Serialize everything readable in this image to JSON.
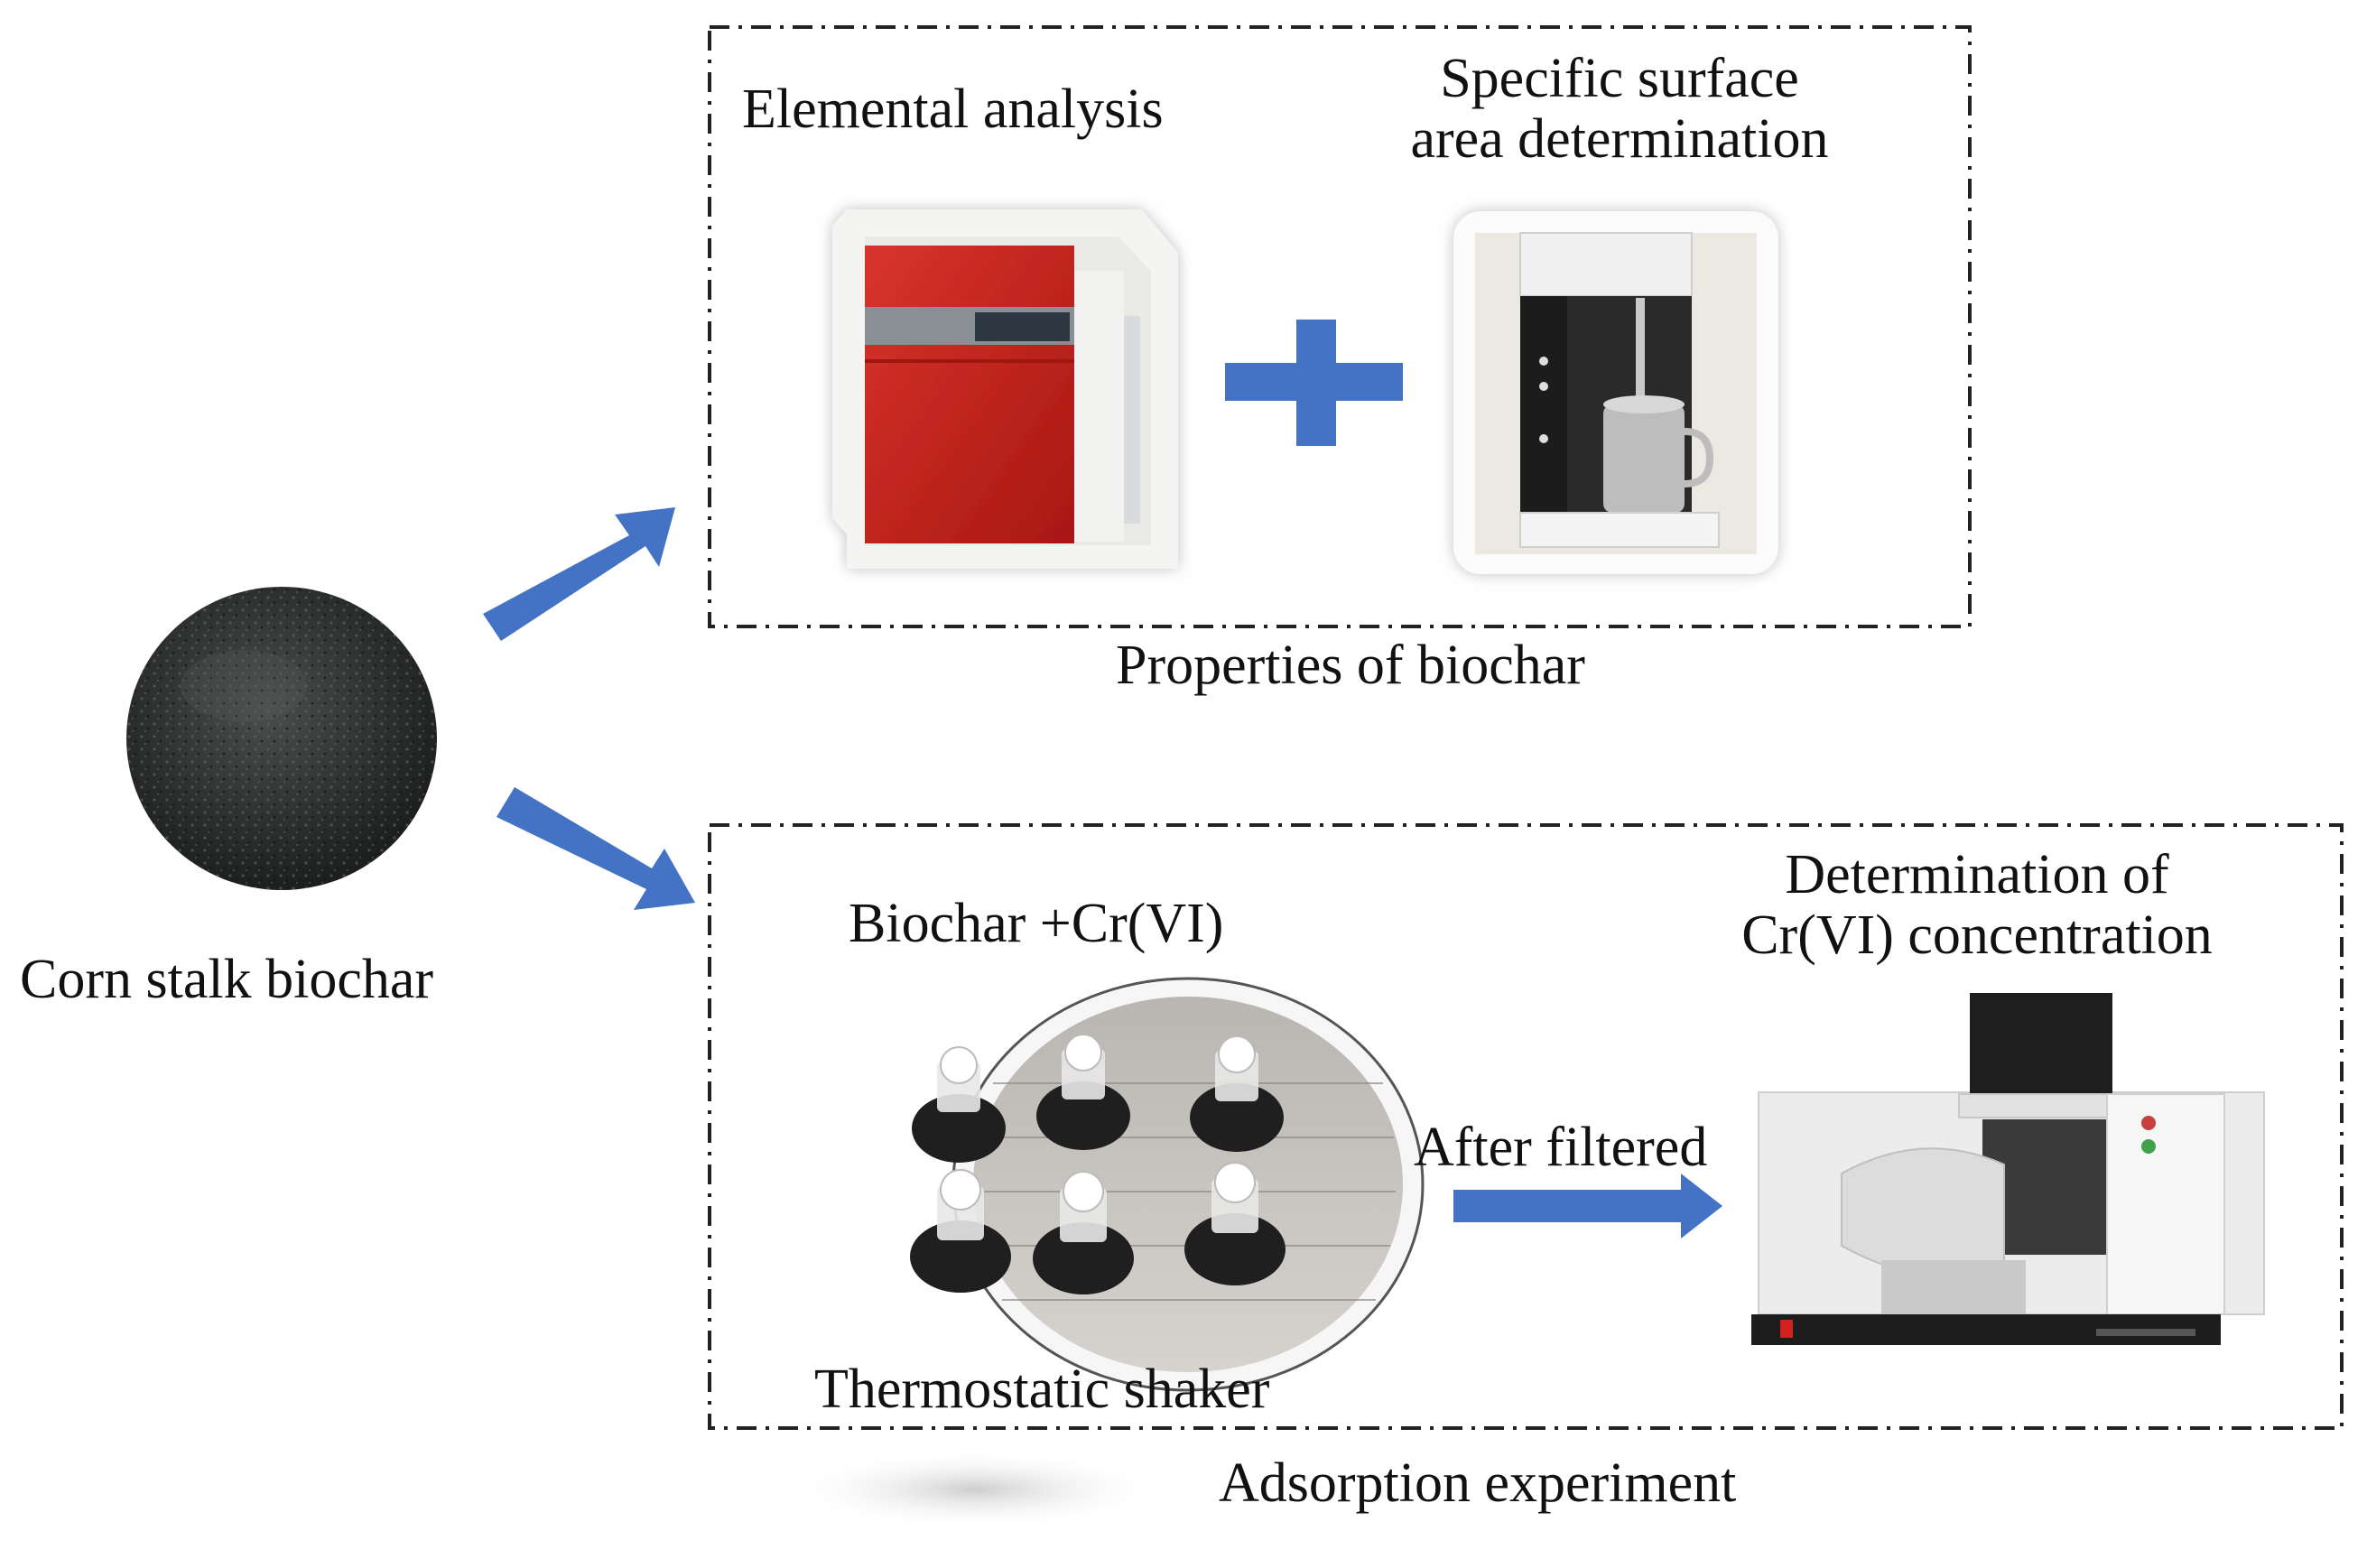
{
  "labels": {
    "corn_stalk": "Corn stalk biochar",
    "elemental": "Elemental analysis",
    "surface_line1": "Specific surface",
    "surface_line2": "area determination",
    "properties": "Properties of biochar",
    "biochar_cr": "Biochar +Cr(VI)",
    "determination_line1": "Determination of",
    "determination_line2": "Cr(VI) concentration",
    "after_filtered": "After filtered",
    "thermostatic": "Thermostatic shaker",
    "adsorption": "Adsorption experiment"
  },
  "colors": {
    "arrow": "#4472c4",
    "border": "#222222",
    "analyzer_red": "#c8221e",
    "biochar": "#2b2e2d"
  }
}
